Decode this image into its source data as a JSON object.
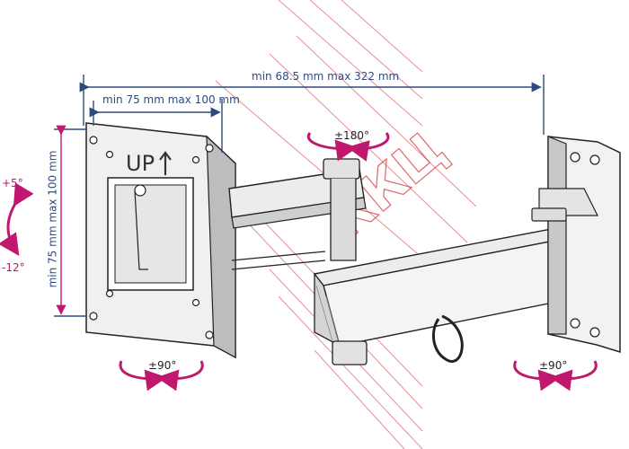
{
  "diagram": {
    "dimensions": {
      "overall_width": "min 68.5 mm max 322 mm",
      "vesa_horizontal": "min 75 mm max 100 mm",
      "vesa_vertical": "min 75 mm max 100 mm"
    },
    "tilt": {
      "up": "+5°",
      "down": "-12°"
    },
    "rotations": {
      "elbow_swivel": "±180°",
      "plate_swivel": "±90°",
      "wall_swivel": "±90°"
    },
    "plate_marking": "UP",
    "watermark": "ККЦ"
  },
  "colors": {
    "dimension_line": "#2e4a7a",
    "rotation_arrow": "#c0186e",
    "outline": "#222222",
    "watermark": "#d6323c"
  }
}
